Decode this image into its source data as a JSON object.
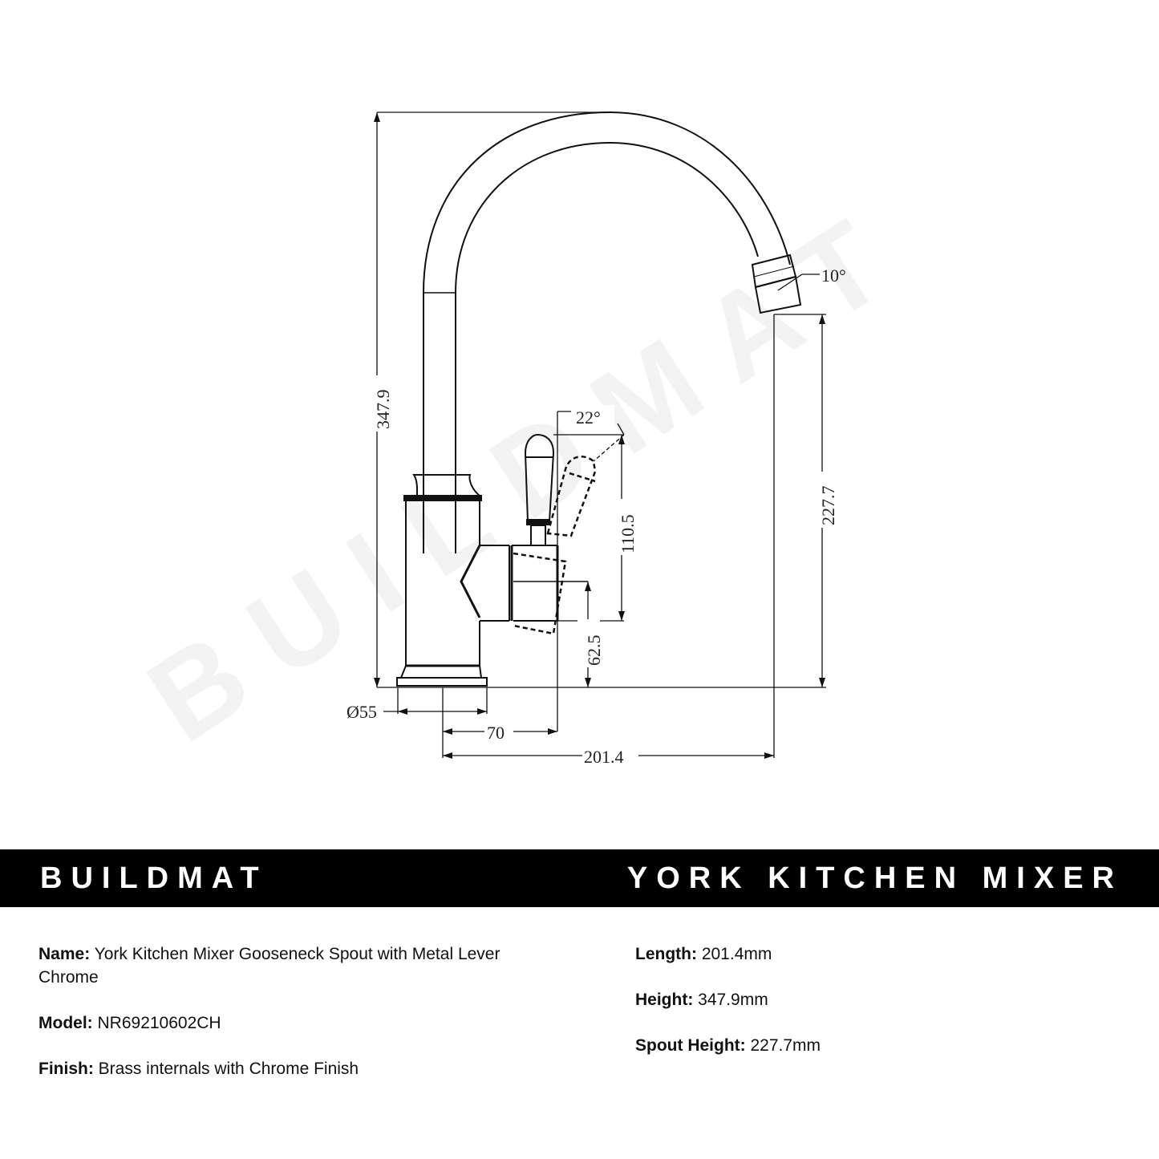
{
  "drawing": {
    "watermark": "BUILDMAT",
    "dimensions": {
      "overall_height": "347.9",
      "spout_height": "227.7",
      "lever_height": "110.5",
      "handle_height": "62.5",
      "spout_angle": "10°",
      "lever_angle": "22°",
      "base_diameter": "Ø55",
      "handle_offset": "70",
      "spout_reach": "201.4"
    }
  },
  "banner": {
    "brand": "BUILDMAT",
    "product_title": "YORK KITCHEN MIXER",
    "background": "#000000",
    "text_color": "#ffffff"
  },
  "specs": {
    "left": [
      {
        "label": "Name:",
        "value": "York Kitchen Mixer Gooseneck Spout with Metal Lever Chrome"
      },
      {
        "label": "Model:",
        "value": "NR69210602CH"
      },
      {
        "label": "Finish:",
        "value": "Brass internals with Chrome Finish"
      }
    ],
    "right": [
      {
        "label": "Length:",
        "value": "201.4mm"
      },
      {
        "label": "Height:",
        "value": "347.9mm"
      },
      {
        "label": "Spout Height:",
        "value": "227.7mm"
      }
    ]
  }
}
